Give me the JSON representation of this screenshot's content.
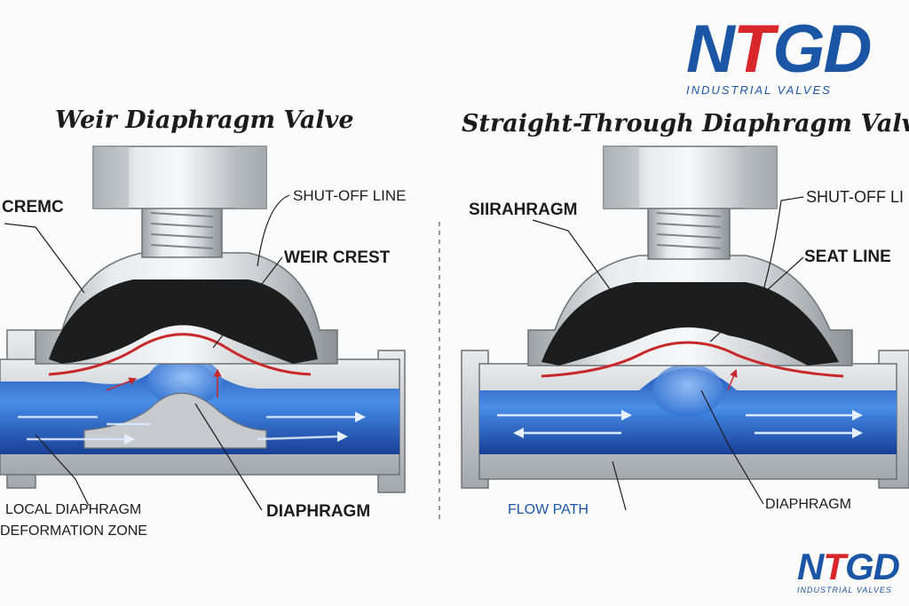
{
  "logo_main": {
    "mark_prefix": "N",
    "mark_t": "T",
    "mark_g": "G",
    "mark_suffix": "D",
    "subtitle": "INDUSTRIAL VALVES"
  },
  "logo_corner": {
    "mark_prefix": "N",
    "mark_t": "T",
    "mark_g": "G",
    "mark_suffix": "D",
    "subtitle": "INDUSTRIAL VALVES"
  },
  "colors": {
    "brand_blue": "#1b55a6",
    "brand_red": "#d8262a",
    "water": "#2f6fd0",
    "diaphragm": "#1d1d1d",
    "seal_line": "#c8282a",
    "metal": "#c9cdd1"
  },
  "weir": {
    "title": "Weir Diaphragm Valve",
    "labels": {
      "cremc": "CREMC",
      "shut_off": "SHUT-OFF LINE",
      "weir_crest": "WEIR CREST",
      "diaphragm": "DIAPHRAGM",
      "local_1": "LOCAL DIAPHRAGM",
      "local_2": "DEFORMATION ZONE"
    }
  },
  "straight": {
    "title": "Straight-Through Diaphragm Valve",
    "labels": {
      "siirahragm": "SIIRAHRAGM",
      "shut_off": "SHUT-OFF LI",
      "seat_line": "SEAT LINE",
      "flow_path": "FLOW PATH",
      "diaphragm": "DIAPHRAGM"
    }
  }
}
